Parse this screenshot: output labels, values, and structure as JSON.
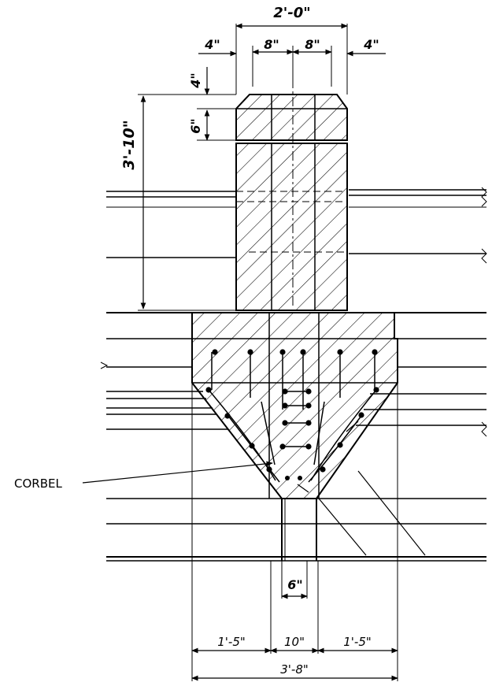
{
  "drawing": {
    "dimensions": {
      "top_width": "2'-0\"",
      "left_offset": "4\"",
      "right_offset": "4\"",
      "half_left": "8\"",
      "half_right": "8\"",
      "cap_top": "4\"",
      "cap_band": "6\"",
      "column_height": "3'-10\"",
      "stem_width": "6\"",
      "bottom_left": "1'-5\"",
      "bottom_center": "10\"",
      "bottom_right": "1'-5\"",
      "overall_bottom": "3'-8\""
    },
    "labels": {
      "corbel": "CORBEL"
    }
  }
}
